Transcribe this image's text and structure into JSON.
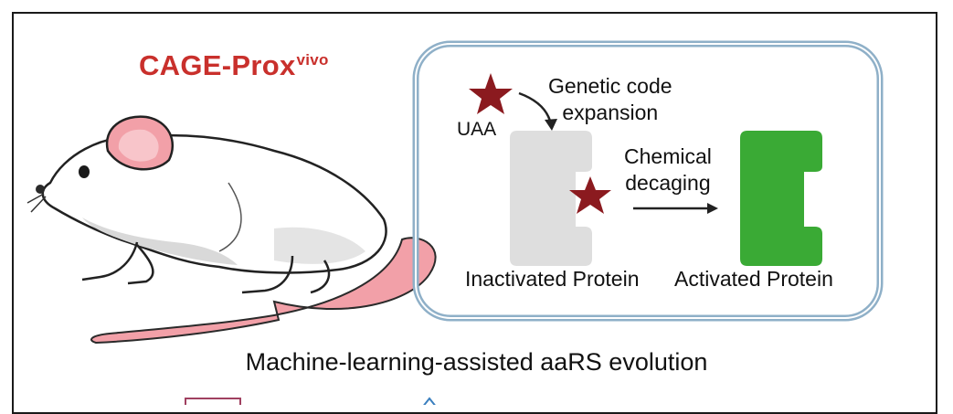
{
  "title": {
    "main": "CAGE-Prox",
    "sup": "vivo"
  },
  "labels": {
    "genetic_code_line1": "Genetic code",
    "genetic_code_line2": "expansion",
    "uaa": "UAA",
    "chemical_line1": "Chemical",
    "chemical_line2": "decaging",
    "inactivated": "Inactivated Protein",
    "activated": "Activated Protein",
    "ml_caption": "Machine-learning-assisted aaRS evolution"
  },
  "colors": {
    "title_red": "#c9302c",
    "star_red": "#8b1a1f",
    "inactive_gray": "#dedede",
    "active_green": "#3aaa35",
    "cell_border": "#a9c3d6",
    "mouse_pink": "#f2a0a8"
  }
}
